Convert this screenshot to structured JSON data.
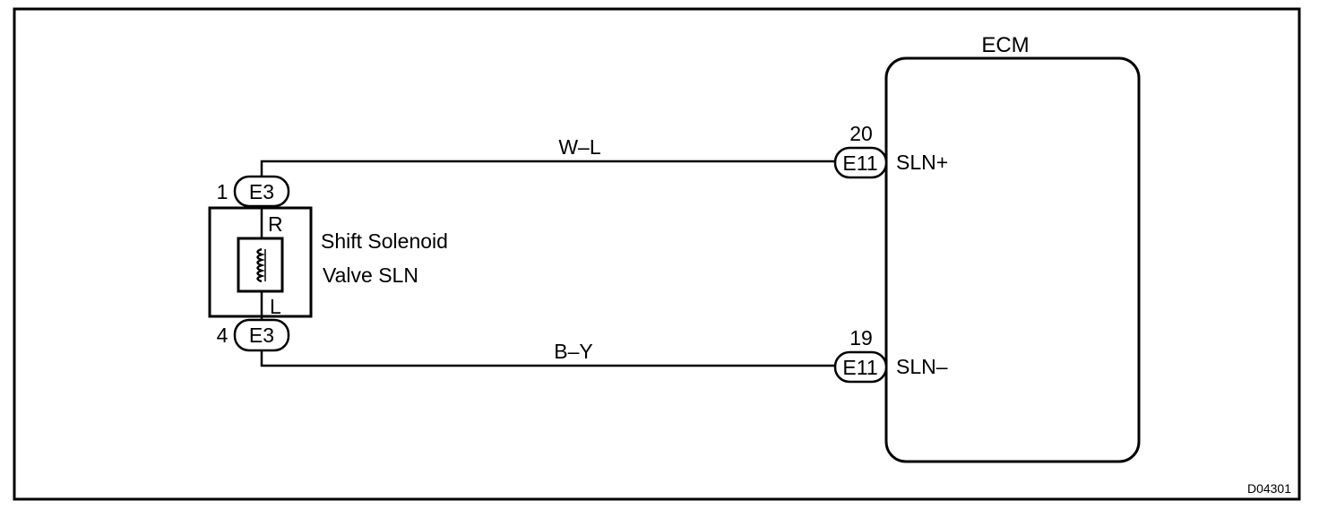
{
  "ecm": {
    "title": "ECM",
    "pins": [
      {
        "number": "20",
        "connector": "E11",
        "signal": "SLN+",
        "wire_color": "W–L"
      },
      {
        "number": "19",
        "connector": "E11",
        "signal": "SLN–",
        "wire_color": "B–Y"
      }
    ]
  },
  "solenoid": {
    "name_line1": "Shift Solenoid",
    "name_line2": "Valve SLN",
    "top_terminal": "R",
    "bottom_terminal": "L",
    "pins": [
      {
        "number": "1",
        "connector": "E3"
      },
      {
        "number": "4",
        "connector": "E3"
      }
    ]
  },
  "figure_code": "D04301"
}
